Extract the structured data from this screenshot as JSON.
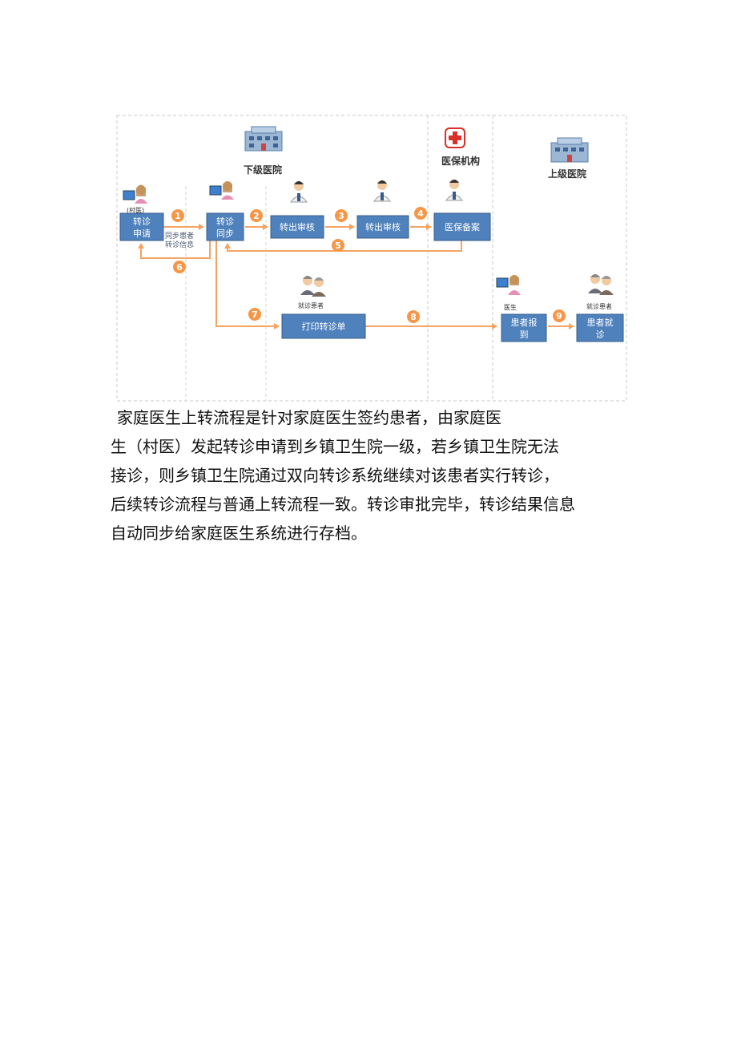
{
  "diagram": {
    "zones": {
      "lower_hospital": "下级医院",
      "insurance": "医保机构",
      "upper_hospital": "上级医院"
    },
    "actors": {
      "village_doctor": "(村医)",
      "patient_lower": "就诊患者",
      "doctor_upper": "医生",
      "patient_upper": "就诊患者"
    },
    "boxes": {
      "apply_line1": "转诊",
      "apply_line2": "申请",
      "sync_line1": "转诊",
      "sync_line2": "同步",
      "review1": "转出审核",
      "review2": "转出审核",
      "insurance_record": "医保备案",
      "print_slip": "打印转诊单",
      "checkin_line1": "患者报",
      "checkin_line2": "到",
      "visit_line1": "患者就",
      "visit_line2": "诊"
    },
    "sync_note_line1": "同步患者",
    "sync_note_line2": "转诊信息",
    "steps": [
      "1",
      "2",
      "3",
      "4",
      "5",
      "6",
      "7",
      "8",
      "9"
    ],
    "colors": {
      "box_fill": "#4f81bd",
      "box_stroke": "#385d8a",
      "arrow": "#f4a460",
      "step_circle": "#f79646",
      "cross": "#d9302c"
    }
  },
  "paragraph": {
    "lines": [
      "家庭医生上转流程是针对家庭医生签约患者，由家庭医",
      "生（村医）发起转诊申请到乡镇卫生院一级，若乡镇卫生院无法",
      "接诊，则乡镇卫生院通过双向转诊系统继续对该患者实行转诊，",
      "后续转诊流程与普通上转流程一致。转诊审批完毕，转诊结果信息",
      "自动同步给家庭医生系统进行存档。"
    ]
  }
}
